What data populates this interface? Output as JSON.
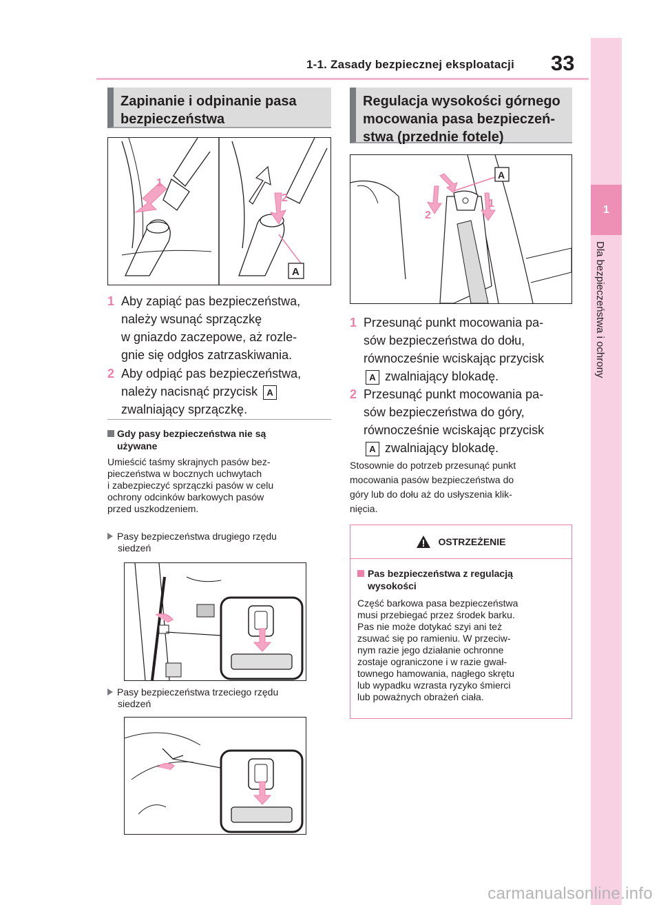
{
  "header": {
    "section": "1-1. Zasady bezpiecznej eksploatacji",
    "page_number": "33"
  },
  "side": {
    "chapter_number": "1",
    "chapter_title": "Dla bezpieczeństwa i ochrony"
  },
  "left": {
    "heading_line1": "Zapinanie i odpinanie pasa",
    "heading_line2": "bezpieczeństwa",
    "figure_callouts": [
      "1",
      "2",
      "A"
    ],
    "steps": [
      {
        "num": "1",
        "lines": [
          "Aby zapiąć pas bezpieczeństwa,",
          "należy wsunąć sprzączkę",
          "w gniazdo zaczepowe, aż rozle-",
          "gnie się odgłos zatrzaskiwania."
        ]
      },
      {
        "num": "2",
        "line1": "Aby odpiąć pas bezpieczeństwa,",
        "line2": "należy nacisnąć przycisk",
        "badge": "A",
        "line3": "zwalniający sprzączkę."
      }
    ],
    "note_heading_line1": "Gdy pasy bezpieczeństwa nie są",
    "note_heading_line2": "używane",
    "note_lines": [
      "Umieścić taśmy skrajnych pasów bez-",
      "pieczeństwa w bocznych uchwytach",
      "i zabezpieczyć sprzączki pasów w celu",
      "ochrony odcinków barkowych pasów",
      "przed uszkodzeniem."
    ],
    "bullet1_line1": "Pasy bezpieczeństwa drugiego rzędu",
    "bullet1_line2": "siedzeń",
    "bullet2_line1": "Pasy bezpieczeństwa trzeciego rzędu",
    "bullet2_line2": "siedzeń"
  },
  "right": {
    "heading_lines": [
      "Regulacja wysokości górnego",
      "mocowania pasa bezpieczeń-",
      "stwa (przednie fotele)"
    ],
    "figure_callouts": [
      "A",
      "2",
      "1"
    ],
    "steps": [
      {
        "num": "1",
        "line1": "Przesunąć punkt mocowania pa-",
        "line2": "sów bezpieczeństwa do dołu,",
        "line3": "równocześnie wciskając przycisk",
        "badge": "A",
        "line4": "zwalniający blokadę."
      },
      {
        "num": "2",
        "line1": "Przesunąć punkt mocowania pa-",
        "line2": "sów bezpieczeństwa do góry,",
        "line3": "równocześnie wciskając przycisk",
        "badge": "A",
        "line4": "zwalniający blokadę."
      }
    ],
    "note_lines": [
      "Stosownie do potrzeb przesunąć punkt",
      "mocowania pasów bezpieczeństwa do",
      "góry lub do dołu aż do usłyszenia klik-",
      "nięcia."
    ],
    "warning": {
      "title": "OSTRZEŻENIE",
      "sub_line1": "Pas bezpieczeństwa z regulacją",
      "sub_line2": "wysokości",
      "lines": [
        "Część barkowa pasa bezpieczeństwa",
        "musi przebiegać przez środek barku.",
        "Pas nie może dotykać szyi ani też",
        "zsuwać się po ramieniu. W przeciw-",
        "nym razie jego działanie ochronne",
        "zostaje ograniczone i w razie gwał-",
        "townego hamowania, nagłego skrętu",
        "lub wypadku wzrasta ryzyko śmierci",
        "lub poważnych obrażeń ciała."
      ]
    }
  },
  "watermark": "carmanualsonline.info",
  "colors": {
    "accent": "#ee7faa",
    "tab": "#f8d1e2",
    "head_gray": "#dcdcdd"
  }
}
